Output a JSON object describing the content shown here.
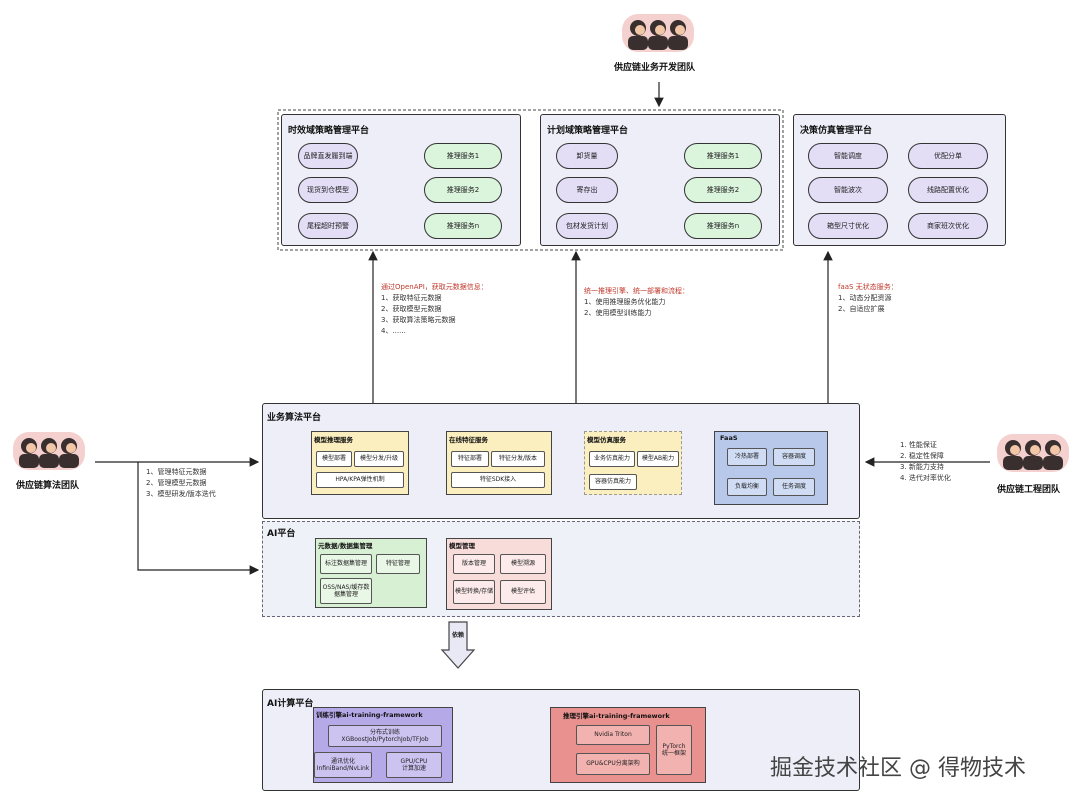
{
  "teams": {
    "top": "供应链业务开发团队",
    "left": "供应链算法团队",
    "right": "供应链工程团队"
  },
  "top_panels": [
    {
      "title": "时效域策略管理平台",
      "rows": [
        {
          "left": "品牌直发履到端",
          "right": "推理服务1"
        },
        {
          "left": "现货到仓模型",
          "right": "推理服务2"
        },
        {
          "left": "尾程超时预警",
          "right": "推理服务n"
        }
      ]
    },
    {
      "title": "计划域策略管理平台",
      "rows": [
        {
          "left": "卸货量",
          "right": "推理服务1"
        },
        {
          "left": "寄存出",
          "right": "推理服务2"
        },
        {
          "left": "包材发货计划",
          "right": "推理服务n"
        }
      ]
    }
  ],
  "decision_panel": {
    "title": "决策仿真管理平台",
    "items": [
      "智能调度",
      "优配分单",
      "智能波次",
      "线路配置优化",
      "箱型尺寸优化",
      "商家班次优化"
    ]
  },
  "notes": {
    "openapi": {
      "title": "通过OpenAPI，获取元数据信息：",
      "lines": [
        "1、获取特征元数据",
        "2、获取模型元数据",
        "3、获取算法策略元数据",
        "4、......"
      ]
    },
    "unified": {
      "title": "统一推理引擎、统一部署和流程：",
      "lines": [
        "1、使用推理服务优化能力",
        "2、使用模型训练能力"
      ]
    },
    "faas": {
      "title": "faaS 无状态服务：",
      "lines": [
        "1、动态分配资源",
        "2、自适应扩展"
      ]
    },
    "left": {
      "lines": [
        "1、管理特征元数据",
        "2、管理模型元数据",
        "3、模型研发/版本迭代"
      ]
    },
    "right": {
      "lines": [
        "1. 性能保证",
        "2. 稳定性保障",
        "3. 新能力支持",
        "4. 迭代对率优化"
      ]
    }
  },
  "biz_platform": {
    "title": "业务算法平台",
    "groups": [
      {
        "title": "模型推理服务",
        "items": [
          "模型部署",
          "模型分发/升级",
          "HPA/KPA弹性机制"
        ]
      },
      {
        "title": "在线特征服务",
        "items": [
          "特征部署",
          "特征分发/版本",
          "特征SDK接入"
        ]
      },
      {
        "title": "模型仿真服务",
        "items": [
          "业务仿真能力",
          "模型AB能力",
          "容器仿真能力"
        ]
      },
      {
        "title": "FaaS",
        "items": [
          "冷热部署",
          "容器调度",
          "负载均衡",
          "任务调度"
        ]
      }
    ]
  },
  "ai_platform": {
    "title": "AI平台",
    "groups": [
      {
        "title": "元数据/数据集管理",
        "items": [
          "标注数据集管理",
          "特征管理",
          "OSS/NAS/缓存数据集管理"
        ]
      },
      {
        "title": "模型管理",
        "items": [
          "版本管理",
          "模型溯源",
          "模型转换/存储",
          "模型评估"
        ]
      }
    ]
  },
  "arrow_label": "依赖",
  "compute_platform": {
    "title": "AI计算平台",
    "groups": [
      {
        "title": "训练引擎ai-training-framework",
        "items": [
          "分布式训练\nXGBoostJob/PytorchJob/TFJob",
          "通讯优化\nInfiniBand/NvLink",
          "GPU/CPU\n计算加速"
        ]
      },
      {
        "title": "推理引擎ai-training-framework",
        "items": [
          "Nvidia Triton",
          "GPU&CPU分离架构",
          "PyTorch\n统一框架"
        ]
      }
    ]
  },
  "watermark": "掘金技术社区 @ 得物技术",
  "colors": {
    "panel_bg": "#eeeef9",
    "pill_purple": "#e3ddf6",
    "pill_green": "#dbf5dd",
    "yellow": "#fbefbf",
    "purple_dark": "#b6a9e8",
    "blue": "#b7c8ea",
    "pink": "#f8dcda",
    "green_box": "#d7efd3",
    "red_box": "#e8918f",
    "note_red": "#c0392b"
  }
}
